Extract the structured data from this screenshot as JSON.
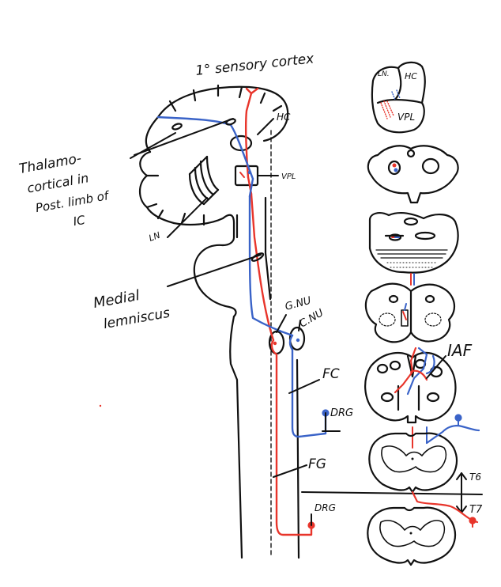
{
  "colors": {
    "red": "#e8352b",
    "blue": "#3a63c8",
    "ink": "#111111",
    "background": "#ffffff"
  },
  "labels": {
    "cortex": "1° sensory cortex",
    "hc": "HC",
    "vpl": "VPL",
    "ln_left": "LN",
    "thalamocortical": [
      "Thalamo-",
      "cortical in",
      "Post. limb of",
      "IC"
    ],
    "medial_lemniscus": [
      "Medial",
      "lemniscus"
    ],
    "gnu": "G.NU",
    "cnu": "C.NU",
    "fc": "FC",
    "drg_upper": "DRG",
    "fg": "FG",
    "drg_lower": "DRG",
    "t6": "T6",
    "t7": "T7",
    "iaf": "IAF",
    "ln_thal": "LN.",
    "hc_thal": "HC",
    "vpl_thal": "VPL"
  }
}
